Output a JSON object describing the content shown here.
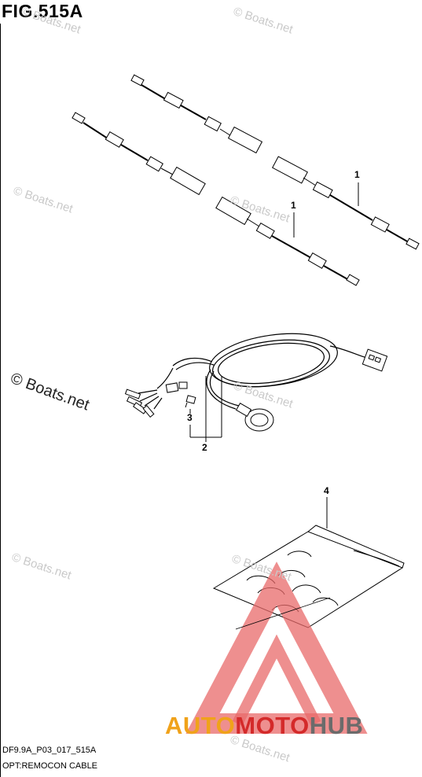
{
  "figure": {
    "title": "FIG.515A",
    "code": "DF9.9A_P03_017_515A",
    "description": "OPT:REMOCON CABLE"
  },
  "callouts": [
    {
      "id": "callout-1a",
      "label": "1"
    },
    {
      "id": "callout-1b",
      "label": "1"
    },
    {
      "id": "callout-2",
      "label": "2"
    },
    {
      "id": "callout-3",
      "label": "3"
    },
    {
      "id": "callout-4",
      "label": "4"
    }
  ],
  "watermark": {
    "text": "© Boats.net"
  },
  "brand": {
    "part1": "AUTO",
    "part2": "MOTO",
    "part3": "HUB",
    "colors": {
      "orange": "#f0a21a",
      "red": "#d42a2a",
      "gray": "#6b6b6b"
    }
  }
}
